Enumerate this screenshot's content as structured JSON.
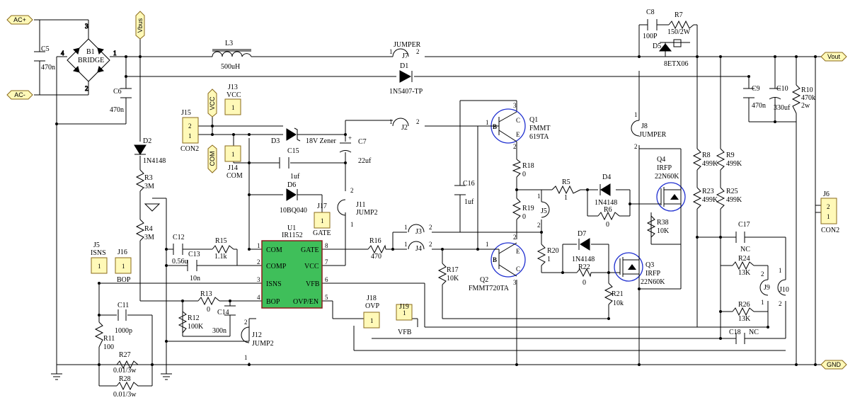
{
  "nets": {
    "ac_plus": "AC+",
    "ac_minus": "AC-",
    "vbus": "Vbus",
    "vout": "Vout",
    "gnd": "GND",
    "vcc": "VCC",
    "com": "COM"
  },
  "parts": {
    "c5": [
      "C5",
      "470n"
    ],
    "b1": [
      "B1",
      "BRIDGE"
    ],
    "c6": [
      "C6",
      "470n"
    ],
    "l3": [
      "L3",
      "500uH"
    ],
    "j7": [
      "J7",
      "JUMPER"
    ],
    "d1": [
      "D1",
      "1N5407-TP"
    ],
    "c8": [
      "C8",
      "100P"
    ],
    "r7": [
      "R7",
      "150/2W"
    ],
    "d5": [
      "D5",
      "8ETX06"
    ],
    "c9": [
      "C9",
      "470n"
    ],
    "c10": [
      "C10",
      "330uf"
    ],
    "r10": [
      "R10",
      "470k",
      "2w"
    ],
    "d2": [
      "D2",
      "1N4148"
    ],
    "r3": [
      "R3",
      "3M"
    ],
    "r4": [
      "R4",
      "3M"
    ],
    "j15": [
      "J15",
      "CON2"
    ],
    "j13": [
      "J13",
      "VCC"
    ],
    "j14": [
      "J14",
      "COM"
    ],
    "d3": [
      "D3",
      "18V Zener"
    ],
    "c15": [
      "C15",
      "1uf"
    ],
    "c7": [
      "C7",
      "22uf"
    ],
    "d6": [
      "D6",
      "10BQ040"
    ],
    "j17": [
      "J17",
      "GATE"
    ],
    "j2": [
      "J2"
    ],
    "j11": [
      "J11",
      "JUMP2"
    ],
    "u1": [
      "U1",
      "IR1152"
    ],
    "c12": [
      "C12",
      "0.56u"
    ],
    "r15": [
      "R15",
      "1.1k"
    ],
    "c13": [
      "C13",
      "10n"
    ],
    "r13": [
      "R13",
      "0"
    ],
    "r12": [
      "R12",
      "100K"
    ],
    "c14": [
      "C14",
      "300n"
    ],
    "j5": [
      "J5",
      "ISNS"
    ],
    "j16": [
      "J16",
      "BOP"
    ],
    "c11": [
      "C11",
      "1000p"
    ],
    "r11": [
      "R11",
      "100"
    ],
    "r27": [
      "R27",
      "0.01/3w"
    ],
    "r28": [
      "R28",
      "0.01/3w"
    ],
    "j12": [
      "J12",
      "JUMP2"
    ],
    "r16": [
      "R16",
      "470"
    ],
    "j3": [
      "J3"
    ],
    "j4": [
      "J4"
    ],
    "j18": [
      "J18",
      "OVP"
    ],
    "j19": [
      "J19",
      "VFB"
    ],
    "c16": [
      "C16",
      "1uf"
    ],
    "q1": [
      "Q1",
      "FMMT",
      "619TA"
    ],
    "r18": [
      "R18",
      "0"
    ],
    "r19": [
      "R19",
      "0"
    ],
    "q2": [
      "Q2",
      "FMMT720TA"
    ],
    "r17": [
      "R17",
      "10K"
    ],
    "r5": [
      "R5",
      "1"
    ],
    "d4": [
      "D4",
      "1N4148"
    ],
    "r6": [
      "R6",
      "0"
    ],
    "j5b": [
      "J5"
    ],
    "r20": [
      "R20",
      "1"
    ],
    "d7": [
      "D7",
      "1N4148"
    ],
    "r22": [
      "R22",
      "0"
    ],
    "r21": [
      "R21",
      "10k"
    ],
    "q3": [
      "Q3",
      "IRFP",
      "22N60K"
    ],
    "j8": [
      "J8",
      "JUMPER"
    ],
    "q4": [
      "Q4",
      "IRFP",
      "22N60K"
    ],
    "r38": [
      "R38",
      "10K"
    ],
    "r8": [
      "R8",
      "499K"
    ],
    "r23": [
      "R23",
      "499K"
    ],
    "r9": [
      "R9",
      "499K"
    ],
    "r25": [
      "R25",
      "499K"
    ],
    "c17": [
      "C17",
      "NC"
    ],
    "r24": [
      "R24",
      "13K"
    ],
    "r26": [
      "R26",
      "13K"
    ],
    "c18": [
      "C18",
      "NC"
    ],
    "j9": [
      "J9"
    ],
    "j10": [
      "J10"
    ],
    "j6": [
      "J6",
      "CON2"
    ]
  },
  "u1_pins": {
    "com": "COM",
    "comp": "COMP",
    "isns": "ISNS",
    "bop": "BOP",
    "gate": "GATE",
    "vcc": "VCC",
    "vfb": "VFB",
    "ovp": "OVP/EN"
  }
}
